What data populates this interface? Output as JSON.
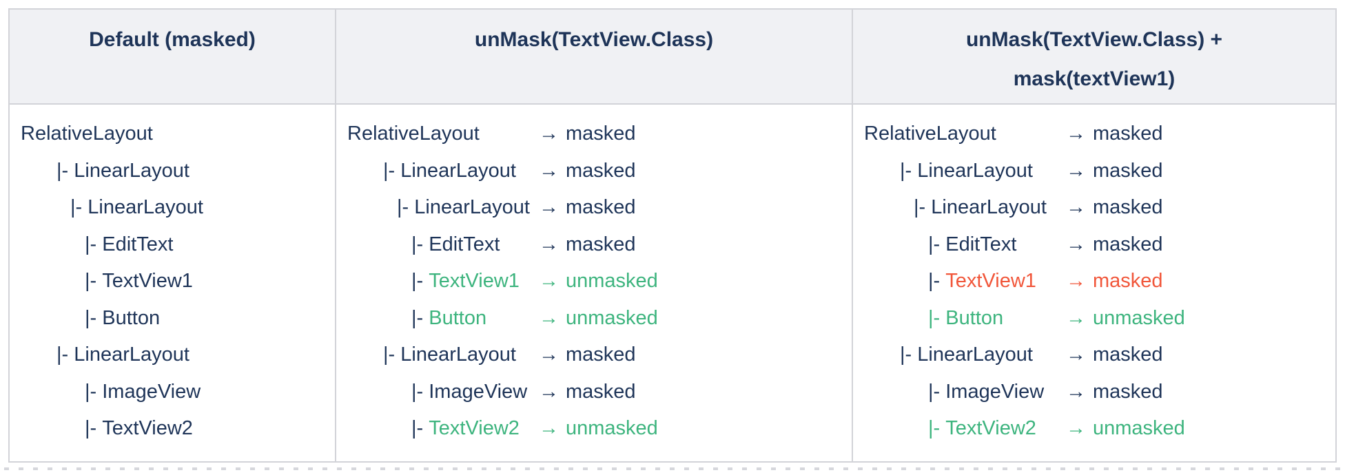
{
  "glyphs": {
    "arrow_right": "→"
  },
  "colors": {
    "navy": "#1e3458",
    "green": "#3db47e",
    "orange": "#f1563a",
    "border": "#d2d3d8",
    "header_bg": "#f0f1f4",
    "dots": "#d6d7dc"
  },
  "table": {
    "columns": [
      {
        "header": "Default (masked)",
        "rows": [
          {
            "indent": 0,
            "prefix": "",
            "label": "RelativeLayout",
            "pipe_color": "navy",
            "label_color": "navy",
            "status": null,
            "status_color": "navy"
          },
          {
            "indent": 1,
            "prefix": "|- ",
            "label": "LinearLayout",
            "pipe_color": "navy",
            "label_color": "navy",
            "status": null,
            "status_color": "navy"
          },
          {
            "indent": 2,
            "prefix": "|- ",
            "label": "LinearLayout",
            "pipe_color": "navy",
            "label_color": "navy",
            "status": null,
            "status_color": "navy"
          },
          {
            "indent": 3,
            "prefix": "|- ",
            "label": "EditText",
            "pipe_color": "navy",
            "label_color": "navy",
            "status": null,
            "status_color": "navy"
          },
          {
            "indent": 3,
            "prefix": "|- ",
            "label": "TextView1",
            "pipe_color": "navy",
            "label_color": "navy",
            "status": null,
            "status_color": "navy"
          },
          {
            "indent": 3,
            "prefix": "|- ",
            "label": "Button",
            "pipe_color": "navy",
            "label_color": "navy",
            "status": null,
            "status_color": "navy"
          },
          {
            "indent": 1,
            "prefix": "|- ",
            "label": "LinearLayout",
            "pipe_color": "navy",
            "label_color": "navy",
            "status": null,
            "status_color": "navy"
          },
          {
            "indent": 3,
            "prefix": "|- ",
            "label": "ImageView",
            "pipe_color": "navy",
            "label_color": "navy",
            "status": null,
            "status_color": "navy"
          },
          {
            "indent": 3,
            "prefix": "|- ",
            "label": "TextView2",
            "pipe_color": "navy",
            "label_color": "navy",
            "status": null,
            "status_color": "navy"
          }
        ]
      },
      {
        "header": "unMask(TextView.Class)",
        "rows": [
          {
            "indent": 0,
            "prefix": "",
            "label": "RelativeLayout",
            "pipe_color": "navy",
            "label_color": "navy",
            "status": "masked",
            "status_color": "navy"
          },
          {
            "indent": 1,
            "prefix": "|- ",
            "label": "LinearLayout",
            "pipe_color": "navy",
            "label_color": "navy",
            "status": "masked",
            "status_color": "navy"
          },
          {
            "indent": 2,
            "prefix": "|- ",
            "label": "LinearLayout",
            "pipe_color": "navy",
            "label_color": "navy",
            "status": "masked",
            "status_color": "navy"
          },
          {
            "indent": 3,
            "prefix": "|- ",
            "label": "EditText",
            "pipe_color": "navy",
            "label_color": "navy",
            "status": "masked",
            "status_color": "navy"
          },
          {
            "indent": 3,
            "prefix": "|- ",
            "label": "TextView1",
            "pipe_color": "navy",
            "label_color": "green",
            "status": "unmasked",
            "status_color": "green"
          },
          {
            "indent": 3,
            "prefix": "|- ",
            "label": "Button",
            "pipe_color": "navy",
            "label_color": "green",
            "status": "unmasked",
            "status_color": "green"
          },
          {
            "indent": 1,
            "prefix": "|- ",
            "label": "LinearLayout",
            "pipe_color": "navy",
            "label_color": "navy",
            "status": "masked",
            "status_color": "navy"
          },
          {
            "indent": 3,
            "prefix": "|- ",
            "label": "ImageView",
            "pipe_color": "navy",
            "label_color": "navy",
            "status": "masked",
            "status_color": "navy"
          },
          {
            "indent": 3,
            "prefix": "|- ",
            "label": "TextView2",
            "pipe_color": "navy",
            "label_color": "green",
            "status": "unmasked",
            "status_color": "green"
          }
        ]
      },
      {
        "header": "unMask(TextView.Class) + mask(textView1)",
        "rows": [
          {
            "indent": 0,
            "prefix": "",
            "label": "RelativeLayout",
            "pipe_color": "navy",
            "label_color": "navy",
            "status": "masked",
            "status_color": "navy"
          },
          {
            "indent": 1,
            "prefix": "|- ",
            "label": "LinearLayout",
            "pipe_color": "navy",
            "label_color": "navy",
            "status": "masked",
            "status_color": "navy"
          },
          {
            "indent": 2,
            "prefix": "|- ",
            "label": "LinearLayout",
            "pipe_color": "navy",
            "label_color": "navy",
            "status": "masked",
            "status_color": "navy"
          },
          {
            "indent": 3,
            "prefix": "|- ",
            "label": "EditText",
            "pipe_color": "navy",
            "label_color": "navy",
            "status": "masked",
            "status_color": "navy"
          },
          {
            "indent": 3,
            "prefix": "|- ",
            "label": "TextView1",
            "pipe_color": "navy",
            "label_color": "orange",
            "status": "masked",
            "status_color": "orange"
          },
          {
            "indent": 3,
            "prefix": "|- ",
            "label": "Button",
            "pipe_color": "green",
            "label_color": "green",
            "status": "unmasked",
            "status_color": "green"
          },
          {
            "indent": 1,
            "prefix": "|- ",
            "label": "LinearLayout",
            "pipe_color": "navy",
            "label_color": "navy",
            "status": "masked",
            "status_color": "navy"
          },
          {
            "indent": 3,
            "prefix": "|- ",
            "label": "ImageView",
            "pipe_color": "navy",
            "label_color": "navy",
            "status": "masked",
            "status_color": "navy"
          },
          {
            "indent": 3,
            "prefix": "|- ",
            "label": "TextView2",
            "pipe_color": "green",
            "label_color": "green",
            "status": "unmasked",
            "status_color": "green"
          }
        ]
      }
    ]
  }
}
